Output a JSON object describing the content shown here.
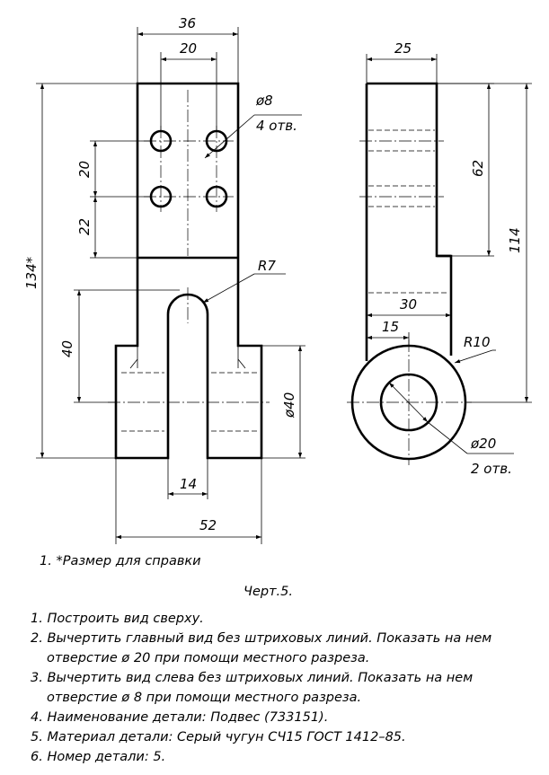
{
  "front_view": {
    "dims": {
      "width_top": "36",
      "holes_spacing_h": "20",
      "hole_diameter": "ø8",
      "holes_count": "4 отв.",
      "holes_spacing_v": "20",
      "holes_offset_v": "22",
      "total_height": "134*",
      "slot_radius": "R7",
      "slot_height": "40",
      "boss_diameter": "ø40",
      "slot_width": "14",
      "base_width": "52"
    }
  },
  "side_view": {
    "dims": {
      "top_width": "25",
      "top_height": "62",
      "height_to_center": "114",
      "mid_width": "30",
      "offset": "15",
      "fillet_radius": "R10",
      "bore_diameter": "ø20",
      "bore_count": "2 отв."
    }
  },
  "footnote": "1. *Размер для справки",
  "caption": "Черт.5.",
  "instructions": [
    "1. Построить вид сверху.",
    "2. Вычертить главный вид без штриховых линий. Показать на нем",
    "отверстие ø 20 при помощи местного разреза.",
    "3. Вычертить вид слева без штриховых линий. Показать на нем",
    "отверстие ø 8 при помощи местного разреза.",
    "4. Наименование детали: Подвес (733151).",
    "5. Материал детали: Серый чугун СЧ15 ГОСТ 1412–85.",
    "6. Номер детали: 5."
  ]
}
